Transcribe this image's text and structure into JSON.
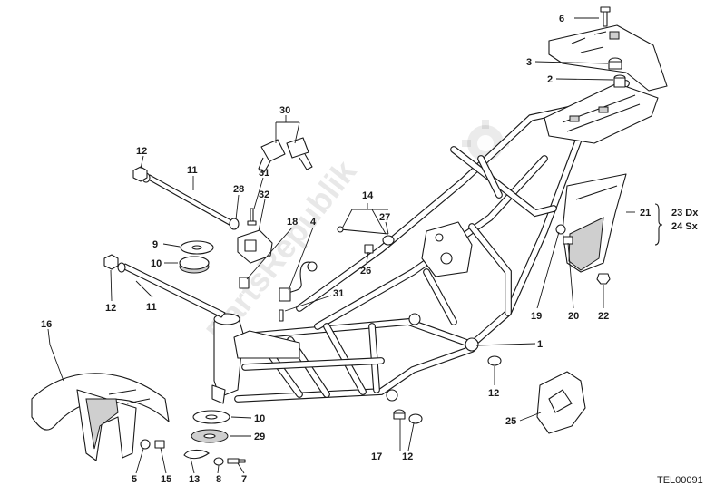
{
  "watermark": "PartsRepublik",
  "drawing_code": "TEL00091",
  "callouts": [
    {
      "id": "c6",
      "label": "6"
    },
    {
      "id": "c3",
      "label": "3"
    },
    {
      "id": "c2",
      "label": "2"
    },
    {
      "id": "c30",
      "label": "30"
    },
    {
      "id": "c12a",
      "label": "12"
    },
    {
      "id": "c11a",
      "label": "11"
    },
    {
      "id": "c31a",
      "label": "31"
    },
    {
      "id": "c28",
      "label": "28"
    },
    {
      "id": "c32",
      "label": "32"
    },
    {
      "id": "c14",
      "label": "14"
    },
    {
      "id": "c27",
      "label": "27"
    },
    {
      "id": "c26",
      "label": "26"
    },
    {
      "id": "c9",
      "label": "9"
    },
    {
      "id": "c10a",
      "label": "10"
    },
    {
      "id": "c18",
      "label": "18"
    },
    {
      "id": "c4",
      "label": "4"
    },
    {
      "id": "c21",
      "label": "21"
    },
    {
      "id": "c23",
      "label": "23 Dx"
    },
    {
      "id": "c24",
      "label": "24 Sx"
    },
    {
      "id": "c12b",
      "label": "12"
    },
    {
      "id": "c11b",
      "label": "11"
    },
    {
      "id": "c31b",
      "label": "31"
    },
    {
      "id": "c19",
      "label": "19"
    },
    {
      "id": "c20",
      "label": "20"
    },
    {
      "id": "c22",
      "label": "22"
    },
    {
      "id": "c16",
      "label": "16"
    },
    {
      "id": "c1",
      "label": "1"
    },
    {
      "id": "c12c",
      "label": "12"
    },
    {
      "id": "c10b",
      "label": "10"
    },
    {
      "id": "c29",
      "label": "29"
    },
    {
      "id": "c25",
      "label": "25"
    },
    {
      "id": "c17",
      "label": "17"
    },
    {
      "id": "c12d",
      "label": "12"
    },
    {
      "id": "c5",
      "label": "5"
    },
    {
      "id": "c15",
      "label": "15"
    },
    {
      "id": "c13",
      "label": "13"
    },
    {
      "id": "c8",
      "label": "8"
    },
    {
      "id": "c7",
      "label": "7"
    }
  ]
}
